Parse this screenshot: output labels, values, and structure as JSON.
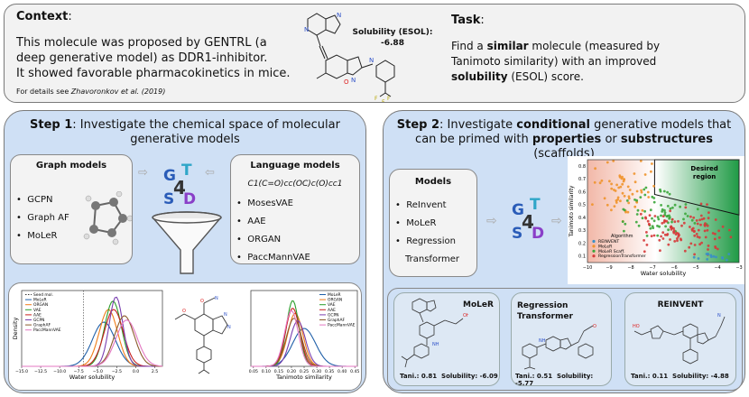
{
  "context": {
    "title": "Context",
    "title_colon": ":",
    "text_line1": "This molecule was proposed by GENTRL (a",
    "text_line2": "deep generative model) as DDR1-inhibitor.",
    "text_line3": "It showed favorable pharmacokinetics in mice.",
    "details_prefix": "For details see ",
    "details_ref": "Zhavoronkov et al. (2019)",
    "solubility_label": "Solubility (ESOL):",
    "solubility_value": "-6.88"
  },
  "task": {
    "title": "Task",
    "title_colon": ":",
    "line1": "Find a ",
    "line1_bold": "similar",
    "line1_end": " molecule (measured by",
    "line2": "Tanimoto similarity) with an improved",
    "line3_bold": "solubility",
    "line3_end": " (ESOL) score."
  },
  "step1": {
    "title_bold": "Step 1",
    "title_rest": ": Investigate the chemical space of molecular",
    "title_line2": "generative models",
    "graph_models": {
      "title": "Graph models",
      "items": [
        "GCPN",
        "Graph AF",
        "MoLeR"
      ]
    },
    "language_models": {
      "title": "Language models",
      "smiles": "C1(C=O)cc(OC)c(O)cc1",
      "items": [
        "MosesVAE",
        "AAE",
        "ORGAN",
        "PaccMannVAE"
      ]
    },
    "logo": {
      "g": "G",
      "t": "T",
      "four": "4",
      "s": "S",
      "d": "D"
    }
  },
  "density_chart": {
    "type": "line",
    "ylabel": "Density",
    "xlabel": "Water solubility",
    "xticks": [
      "−15.0",
      "−12.5",
      "−10.0",
      "−7.5",
      "−5.0",
      "−2.5",
      "0.0",
      "2.5"
    ],
    "xlim": [
      -15,
      3.5
    ],
    "ylim": [
      0,
      0.36
    ],
    "seed_x": -6.88,
    "legend": [
      "Seed mol.",
      "MoLeR",
      "ORGAN",
      "VAE",
      "AAE",
      "GCPN",
      "GraphAF",
      "PaccMannVAE"
    ],
    "series": [
      {
        "name": "MoLeR",
        "color": "#1f5fa8",
        "mu": -4.2,
        "sd": 1.5,
        "amp": 0.21
      },
      {
        "name": "ORGAN",
        "color": "#f07c18",
        "mu": -3.6,
        "sd": 1.2,
        "amp": 0.27
      },
      {
        "name": "VAE",
        "color": "#2a9d2a",
        "mu": -3.0,
        "sd": 1.1,
        "amp": 0.31
      },
      {
        "name": "AAE",
        "color": "#c81e1e",
        "mu": -2.9,
        "sd": 1.25,
        "amp": 0.27
      },
      {
        "name": "GCPN",
        "color": "#7a3fb0",
        "mu": -2.6,
        "sd": 0.9,
        "amp": 0.33
      },
      {
        "name": "GraphAF",
        "color": "#8b5a2b",
        "mu": -1.5,
        "sd": 1.3,
        "amp": 0.24
      },
      {
        "name": "PaccMannVAE",
        "color": "#e377c2",
        "mu": -1.2,
        "sd": 1.4,
        "amp": 0.22
      }
    ]
  },
  "tanimoto_chart": {
    "type": "line",
    "xlabel": "Tanimoto similarity",
    "xticks": [
      "0.05",
      "0.10",
      "0.15",
      "0.20",
      "0.25",
      "0.30",
      "0.35",
      "0.40",
      "0.45"
    ],
    "xlim": [
      0.04,
      0.46
    ],
    "ylim": [
      0,
      30
    ],
    "legend": [
      "MoLeR",
      "ORGAN",
      "VAE",
      "AAE",
      "GCPN",
      "GraphAF",
      "PaccMannVAE"
    ],
    "series": [
      {
        "name": "MoLeR",
        "color": "#1f5fa8",
        "mu": 0.25,
        "sd": 0.045,
        "amp": 15
      },
      {
        "name": "ORGAN",
        "color": "#f07c18",
        "mu": 0.215,
        "sd": 0.03,
        "amp": 21
      },
      {
        "name": "VAE",
        "color": "#2a9d2a",
        "mu": 0.205,
        "sd": 0.025,
        "amp": 26
      },
      {
        "name": "AAE",
        "color": "#c81e1e",
        "mu": 0.205,
        "sd": 0.028,
        "amp": 23
      },
      {
        "name": "GCPN",
        "color": "#7a3fb0",
        "mu": 0.225,
        "sd": 0.03,
        "amp": 18
      },
      {
        "name": "GraphAF",
        "color": "#8b5a2b",
        "mu": 0.21,
        "sd": 0.03,
        "amp": 19
      },
      {
        "name": "PaccMannVAE",
        "color": "#e377c2",
        "mu": 0.2,
        "sd": 0.027,
        "amp": 22
      }
    ]
  },
  "step2": {
    "title_bold": "Step 2",
    "title_rest": ": Investigate ",
    "title_bold2": "conditional",
    "title_rest2": " generative models that",
    "line2_a": "can be primed with ",
    "line2_b": "properties",
    "line2_c": " or ",
    "line2_d": "substructures",
    "line2_e": " (scaffolds)",
    "models_title": "Models",
    "models": [
      "ReInvent",
      "MoLeR",
      "Regression",
      "Transformer"
    ]
  },
  "scatter_chart": {
    "type": "scatter",
    "xlabel": "Water solubility",
    "ylabel": "Tanimoto similarity",
    "xticks": [
      "−10",
      "−9",
      "−8",
      "−7",
      "−6",
      "−5",
      "−4",
      "−3"
    ],
    "yticks": [
      "0.1",
      "0.2",
      "0.3",
      "0.4",
      "0.5",
      "0.6",
      "0.7",
      "0.8"
    ],
    "xlim": [
      -10,
      -3
    ],
    "ylim": [
      0.05,
      0.85
    ],
    "desired_region": "Desired\nregion",
    "desired_label1": "Desired",
    "desired_label2": "region",
    "legend_title": "Algorithm",
    "legend": [
      {
        "name": "REINVENT",
        "color": "#3a8fc7"
      },
      {
        "name": "MoLeR",
        "color": "#f0932b"
      },
      {
        "name": "MoLeR Scaff.",
        "color": "#3aa63a"
      },
      {
        "name": "RegressionTransformer",
        "color": "#d63a3a"
      }
    ]
  },
  "results": [
    {
      "name": "MoLeR",
      "tani": "Tani.: 0.81",
      "sol": "Solubility: -6.09"
    },
    {
      "name": "Regression\nTransformer",
      "name1": "Regression",
      "name2": "Transformer",
      "tani": "Tani.: 0.51",
      "sol": "Solubility: -5.77"
    },
    {
      "name": "REINVENT",
      "tani": "Tani.: 0.11",
      "sol": "Solubility: -4.88"
    }
  ]
}
